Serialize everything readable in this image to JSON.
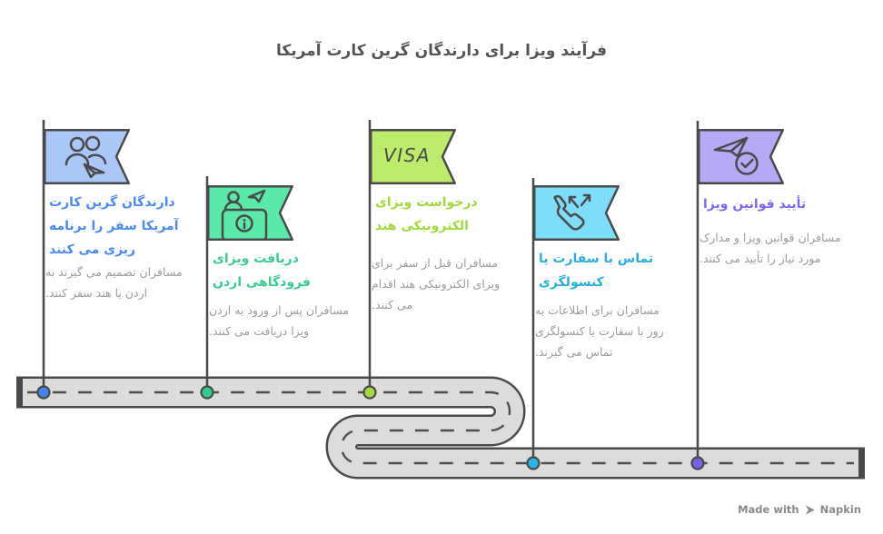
{
  "header": {
    "title": "فرآیند ویزا برای دارندگان گرین کارت آمریکا",
    "color": "#545454"
  },
  "road": {
    "surface_color": "#dcdcdc",
    "outline_color": "#4a4a4a",
    "dash_color": "#4f4f4f"
  },
  "milestones": [
    {
      "id": 1,
      "icon": "green-card-travelers-plane-icon",
      "flag_color": "#a9c8f8",
      "accent": "#4a8af4",
      "dot_color": "#4285f4",
      "title": "دارندگان گرین کارت آمریکا سفر را برنامه ریزی می کنند",
      "description": "مسافران تصمیم می گیرند به اردن یا هند سفر کنند."
    },
    {
      "id": 2,
      "icon": "airport-arrival-desk-icon",
      "flag_color": "#5be9a9",
      "accent": "#38cd8f",
      "dot_color": "#2fcb8f",
      "title": "دریافت ویزای فرودگاهی اردن",
      "description": "مسافران پس از ورود به اردن ویزا دریافت می کنند."
    },
    {
      "id": 3,
      "icon": "visa-text-label",
      "visa_label": "VISA",
      "flag_color": "#bdeb6b",
      "accent": "#a3d83c",
      "dot_color": "#a5d83f",
      "title": "درخواست ویزای الکترونیکی هند",
      "description": "مسافران قبل از سفر برای ویزای الکترونیکی هند اقدام می کنند."
    },
    {
      "id": 4,
      "icon": "phone-outgoing-call-icon",
      "flag_color": "#7eddf8",
      "accent": "#29aedd",
      "dot_color": "#27b4e8",
      "title": "تماس با سفارت یا کنسولگری",
      "description": "مسافران برای اطلاعات به روز با سفارت یا کنسولگری تماس می گیرند."
    },
    {
      "id": 5,
      "icon": "plane-approved-check-icon",
      "flag_color": "#b6a9f6",
      "accent": "#7a68ee",
      "dot_color": "#7a5ff0",
      "title": "تأیید قوانین ویزا",
      "description": "مسافران قوانین ویزا و مدارک مورد نیاز را تأیید می کنند."
    }
  ],
  "credit": {
    "text": "Made with",
    "brand": "Napkin",
    "color": "#8a8a8a"
  }
}
